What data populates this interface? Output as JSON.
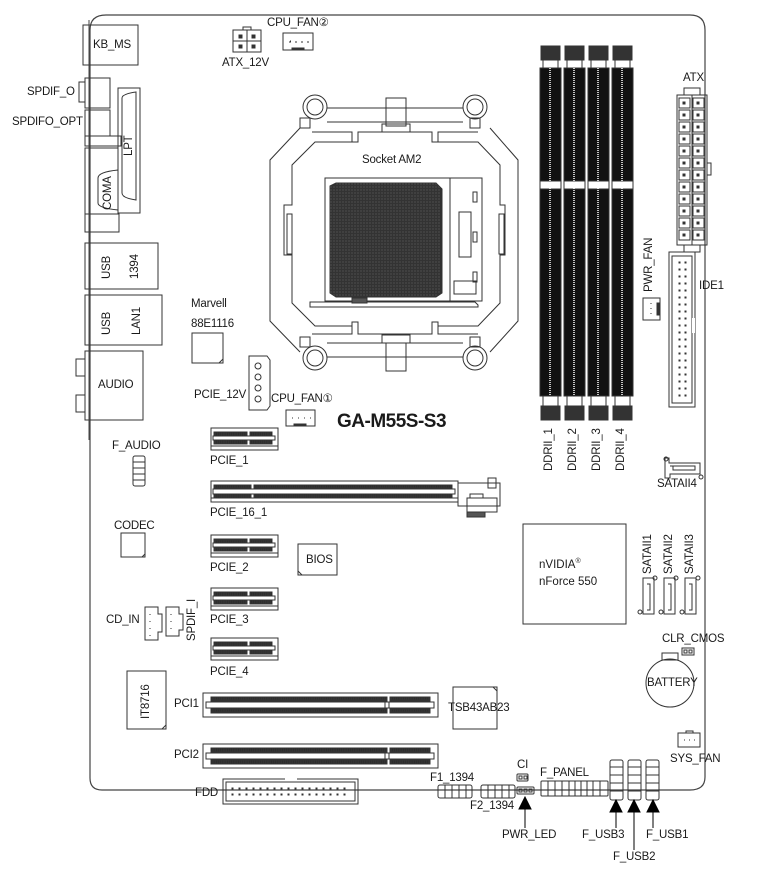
{
  "board": {
    "model": "GA-M55S-S3",
    "socket_label": "Socket AM2",
    "chipset": {
      "vendor": "nVIDIA",
      "mark": "®",
      "name": "nForce 550"
    }
  },
  "rear_io": {
    "kb_ms": "KB_MS",
    "spdif_o": "SPDIF_O",
    "spdifo_opt": "SPDIFO_OPT",
    "lpt": "LPT",
    "coma": "COMA",
    "usb_top": "USB",
    "ieee1394": "1394",
    "usb_bottom": "USB",
    "lan": "LAN1",
    "audio": "AUDIO"
  },
  "connectors": {
    "atx_12v": "ATX_12V",
    "cpu_fan_2": "CPU_FAN②",
    "cpu_fan_1": "CPU_FAN①",
    "atx": "ATX",
    "pwr_fan": "PWR_FAN",
    "ide1": "IDE1",
    "pcie_12v": "PCIE_12V",
    "f_audio": "F_AUDIO",
    "cd_in": "CD_IN",
    "spdif_i": "SPDIF_I",
    "sys_fan": "SYS_FAN",
    "fdd": "FDD",
    "f1_1394": "F1_1394",
    "f2_1394": "F2_1394",
    "ci": "CI",
    "f_panel": "F_PANEL",
    "pwr_led": "PWR_LED",
    "f_usb1": "F_USB1",
    "f_usb2": "F_USB2",
    "f_usb3": "F_USB3",
    "clr_cmos": "CLR_CMOS",
    "battery": "BATTERY",
    "sataii": [
      "SATAII1",
      "SATAII2",
      "SATAII3"
    ],
    "sataii4": "SATAII4"
  },
  "chips": {
    "marvell": [
      "Marvell",
      "88E1116"
    ],
    "codec": "CODEC",
    "bios": "BIOS",
    "it8716": "IT8716",
    "tsb": "TSB43AB23"
  },
  "memory": [
    "DDRII_1",
    "DDRII_2",
    "DDRII_3",
    "DDRII_4"
  ],
  "slots": {
    "pcie_1": "PCIE_1",
    "pcie_16_1": "PCIE_16_1",
    "pcie_2": "PCIE_2",
    "pcie_3": "PCIE_3",
    "pcie_4": "PCIE_4",
    "pci1": "PCI1",
    "pci2": "PCI2"
  }
}
